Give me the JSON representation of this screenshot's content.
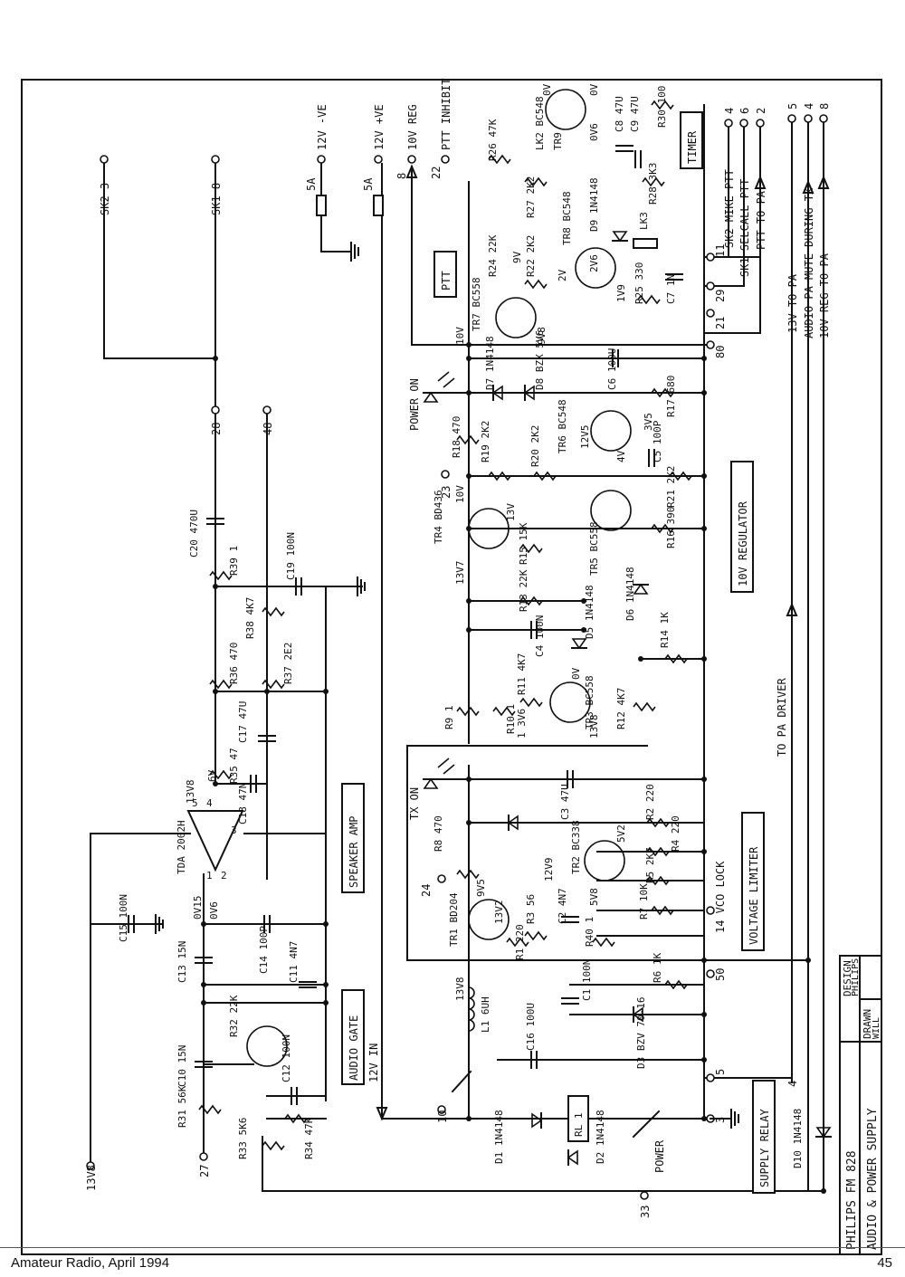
{
  "title_block": {
    "title": "PHILIPS FM 828",
    "subtitle": "AUDIO & POWER SUPPLY",
    "design_label": "DESIGN",
    "design_value": "PHILIPS",
    "drawn_label": "DRAWN",
    "drawn_value": "WILL"
  },
  "sections": {
    "speaker_amp": "SPEAKER AMP",
    "audio_gate": "AUDIO GATE",
    "voltage_limiter": "VOLTAGE LIMITER",
    "regulator": "10V REGULATOR",
    "ptt": "PTT",
    "timer": "TIMER",
    "supply_relay": "SUPPLY RELAY"
  },
  "connectors": {
    "sk2_3": "SK2 3",
    "sk1_8": "SK1 8",
    "pin28": "28",
    "pin48": "48",
    "pin27": "27",
    "pin13v8": "13V8",
    "neg12": "12V -VE",
    "pos12": "12V +VE",
    "reg10": "10V REG",
    "fuse1": "5A",
    "fuse2": "5A",
    "pin8": "8",
    "ptt_inhibit": "PTT INHIBIT",
    "pin22": "22",
    "pin23": "23",
    "pin24": "24",
    "pin33": "33",
    "in12v": "12V IN",
    "pin10": "10",
    "pin3": "3",
    "pin5": "5",
    "pin4": "4",
    "pin50": "50",
    "pin14": "14 VCO LOCK",
    "pin80": "80",
    "pin21": "21",
    "pin29": "29",
    "pin11": "11",
    "power_on": "POWER ON",
    "tx_on": "TX ON",
    "to_pa_driver": "TO PA DRIVER",
    "r_4": "4",
    "r_6": "6",
    "r_2": "2",
    "r_5": "5",
    "r_4b": "4",
    "r_8": "8",
    "mike_ptt": "SK2 MIKE PTT",
    "selcall_ptt": "SK1 SELCALL PTT",
    "ptt_to_pa": "PTT TO PA",
    "v13_to_pa": "13V TO PA",
    "audio_mute": "AUDIO PA MUTE DURING TX",
    "v10_to_pa": "10V REG TO PA",
    "power": "POWER"
  },
  "components": {
    "ic": "TDA 2002H",
    "ic_pins": [
      "5",
      "4",
      "3",
      "2",
      "1"
    ],
    "ic_v_in": "0V15",
    "ic_v_out": "6V",
    "ic_v_5": "13V8",
    "ic_v_2": "0V6",
    "c15": "C15 100N",
    "c13": "C13 15N",
    "c14": "C14 100P",
    "c11": "C11 4N7",
    "c10": "C10 15N",
    "c12": "C12 100N",
    "r31": "R31 56K",
    "r32": "R32 22K",
    "r33": "R33 5K6",
    "r34": "R34 47K",
    "c18": "C18 47N",
    "r35": "R35 47",
    "c17": "C17 47U",
    "r36": "R36 470",
    "r37": "R37 2E2",
    "r38": "R38 4K7",
    "r39": "R39 1",
    "c19": "C19 100N",
    "c20": "C20 470U",
    "d1": "D1 1N4148",
    "d2": "D2 1N4148",
    "rl1": "RL 1",
    "l1": "L1 6UH",
    "c16": "C16 100U",
    "c1": "C1 100N",
    "d3": "D3 BZV 70-16",
    "r6": "R6 1K",
    "r40": "R40 1",
    "r1": "R1 220",
    "tr1": "TR1 BD204",
    "r3": "R3 56",
    "c2": "C2 4N7",
    "r7": "R7 10K",
    "r5": "R5 2K7",
    "tr2": "TR2 BC338",
    "r4": "R4 220",
    "r2": "R2 220",
    "c3": "C3 47U",
    "r8": "R8 470",
    "r9": "R9 1",
    "r10": "R10 1",
    "r11": "R11 4K7",
    "tr3": "TR3 BC558",
    "r12": "R12 4K7",
    "c4": "C4 100N",
    "d5": "D5 1N4148",
    "r13": "R13 22K",
    "r15": "R15 15K",
    "tr4": "TR4 BD436",
    "tr5": "TR5 BC558",
    "d6": "D6 1N4148",
    "r14": "R14 1K",
    "r16": "R16 390",
    "r21": "R21 2K2",
    "c5": "C5 100P",
    "r17": "R17 680",
    "tr6": "TR6 BC548",
    "r20": "R20 2K2",
    "r19": "R19 2K2",
    "r18": "R18 470",
    "c6": "C6 100U",
    "d7": "D7 1N4148",
    "d8": "D8 BZX 5V6",
    "tr7": "TR7 BC558",
    "r24": "R24 22K",
    "r22": "R22 2K2",
    "r27": "R27 2K2",
    "r26": "R26 47K",
    "tr8": "TR8 BC548",
    "d9": "D9 1N4148",
    "lk3": "LK3",
    "r25": "R25 330",
    "c7": "C7 1N",
    "r28": "R28 3K3",
    "c8": "C8 47U",
    "c9": "C9 47U",
    "r30": "R30 100",
    "lk2": "LK2 BC548",
    "tr9": "TR9",
    "d10": "D10 1N4148"
  },
  "voltages": {
    "v1": "13V8",
    "v2": "9V5",
    "v3": "13V2",
    "v4": "12V9",
    "v5": "5V2",
    "v6": "5V8",
    "v7": "1 3V6",
    "v8": "0V",
    "v9": "13V8",
    "v10": "13V7",
    "v11": "10V",
    "v12": "13V",
    "v13": "12V5",
    "v14": "4V",
    "v15": "3V5",
    "v16": "10V",
    "v17": "9V8",
    "v18": "9V",
    "v19": "2V",
    "v20": "2V6",
    "v21": "1V9",
    "v22": "0V",
    "v23": "0V",
    "v24": "0V6"
  },
  "footer": {
    "left": "Amateur Radio, April 1994",
    "right": "45"
  }
}
